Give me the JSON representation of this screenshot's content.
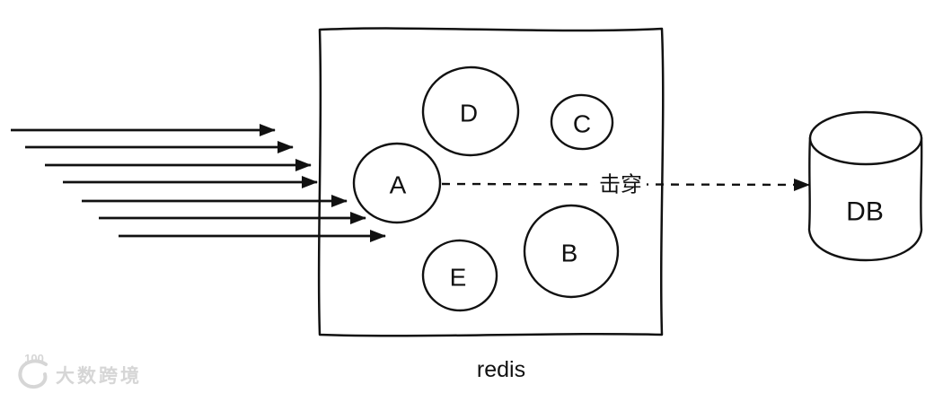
{
  "cache": {
    "caption": "redis",
    "nodes": [
      {
        "label": "A"
      },
      {
        "label": "B"
      },
      {
        "label": "C"
      },
      {
        "label": "D"
      },
      {
        "label": "E"
      }
    ]
  },
  "database": {
    "label": "DB"
  },
  "flow": {
    "breakthrough_label": "击穿",
    "incoming_request_count": 7
  },
  "watermark": {
    "logo_superscript": "100",
    "brand_text": "大数跨境"
  },
  "colors": {
    "stroke": "#111111",
    "background": "#ffffff",
    "watermark": "#d6d6d6"
  }
}
